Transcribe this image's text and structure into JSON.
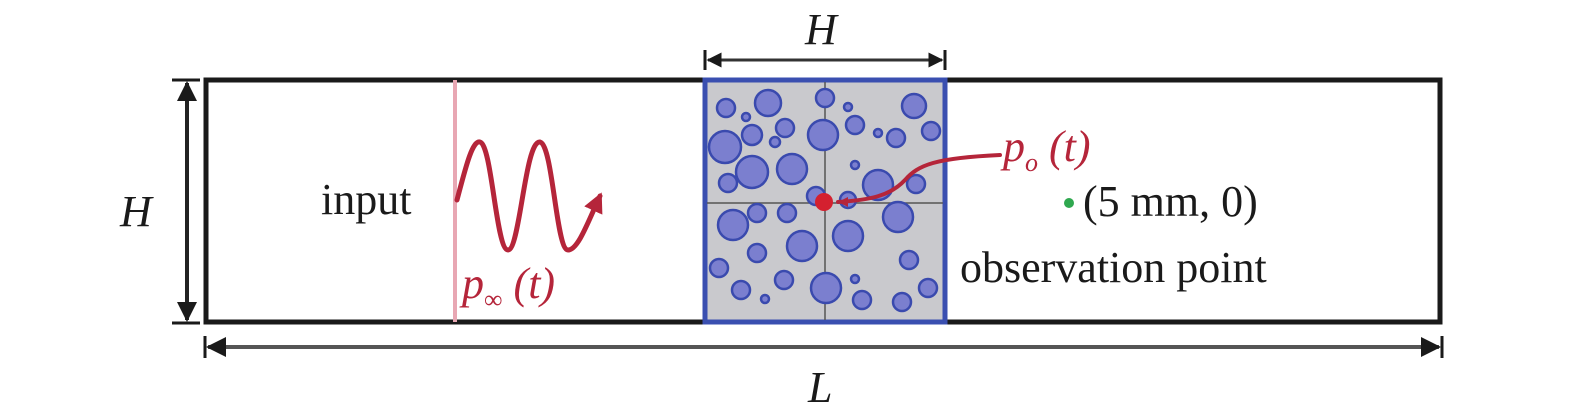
{
  "figure": {
    "dimensions": {
      "top_h_label": "H",
      "left_h_label": "H",
      "bottom_l_label": "L"
    },
    "input": {
      "label": "input",
      "signal_symbol": "p",
      "signal_subscript": "∞",
      "signal_arg": "(t)"
    },
    "porous_region": {
      "output_symbol": "p",
      "output_subscript": "o",
      "output_arg": "(t)"
    },
    "observation": {
      "coordinates": "(5 mm, 0)",
      "label": "observation point"
    },
    "colors": {
      "domain_border": "#1a1a1a",
      "porous_border": "#3a4fb0",
      "porous_fill": "#c9c9cd",
      "bubble_fill": "#7b7fcf",
      "bubble_stroke": "#3a4aae",
      "signal_red": "#b5253a",
      "input_line_pink": "#e8a7b3",
      "observation_dot_green": "#2fa84f"
    }
  }
}
